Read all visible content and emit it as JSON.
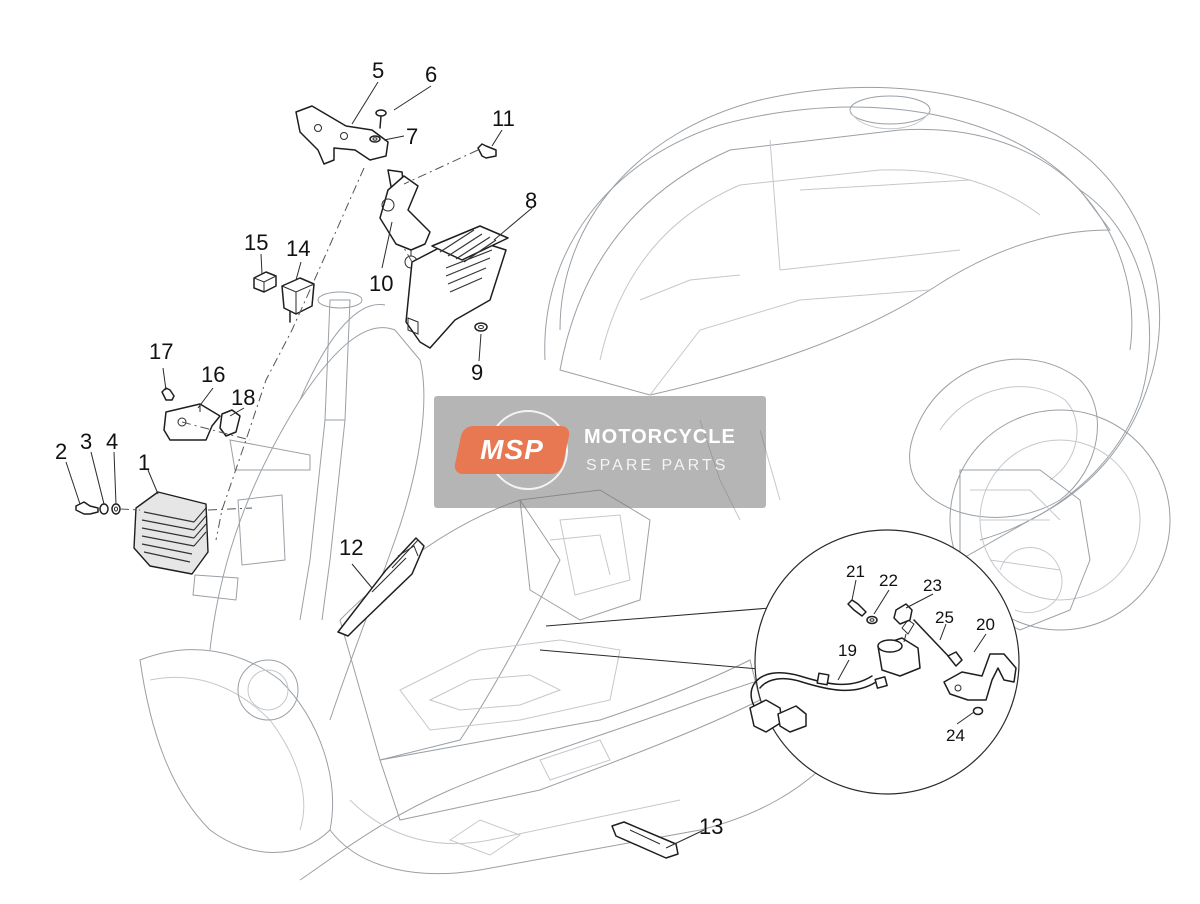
{
  "callouts": [
    {
      "id": "1",
      "label": "1"
    },
    {
      "id": "2",
      "label": "2"
    },
    {
      "id": "3",
      "label": "3"
    },
    {
      "id": "4",
      "label": "4"
    },
    {
      "id": "5",
      "label": "5"
    },
    {
      "id": "6",
      "label": "6"
    },
    {
      "id": "7",
      "label": "7"
    },
    {
      "id": "8",
      "label": "8"
    },
    {
      "id": "9",
      "label": "9"
    },
    {
      "id": "10",
      "label": "10"
    },
    {
      "id": "11",
      "label": "11"
    },
    {
      "id": "12",
      "label": "12"
    },
    {
      "id": "13",
      "label": "13"
    },
    {
      "id": "14",
      "label": "14"
    },
    {
      "id": "15",
      "label": "15"
    },
    {
      "id": "16",
      "label": "16"
    },
    {
      "id": "17",
      "label": "17"
    },
    {
      "id": "18",
      "label": "18"
    },
    {
      "id": "19",
      "label": "19"
    },
    {
      "id": "20",
      "label": "20"
    },
    {
      "id": "21",
      "label": "21"
    },
    {
      "id": "22",
      "label": "22"
    },
    {
      "id": "23",
      "label": "23"
    },
    {
      "id": "24",
      "label": "24"
    },
    {
      "id": "25",
      "label": "25"
    }
  ],
  "watermark": {
    "logo_text": "MSP",
    "line1": "MOTORCYCLE",
    "line2": "SPARE PARTS",
    "logo_color": "#e87852"
  }
}
